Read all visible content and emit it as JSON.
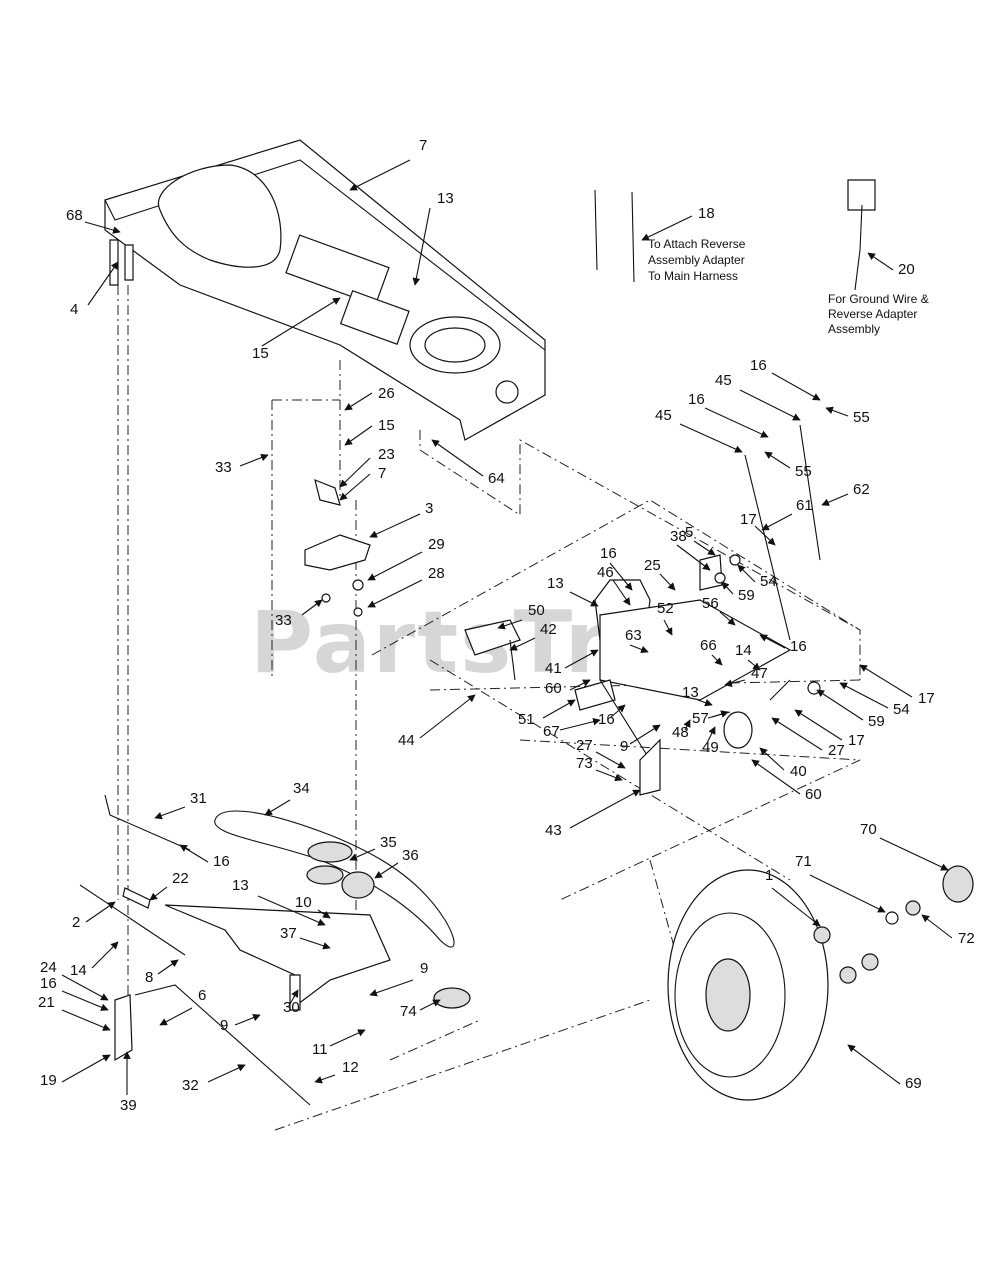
{
  "watermark": "PartsTree",
  "notes": {
    "n18": [
      "To Attach Reverse",
      "Assembly Adapter",
      "To Main Harness"
    ],
    "n20": [
      "For Ground Wire &",
      "Reverse Adapter",
      "Assembly"
    ]
  },
  "callouts": [
    {
      "id": "c7a",
      "text": "7"
    },
    {
      "id": "c13a",
      "text": "13"
    },
    {
      "id": "c68",
      "text": "68"
    },
    {
      "id": "c4",
      "text": "4"
    },
    {
      "id": "c15a",
      "text": "15"
    },
    {
      "id": "c26",
      "text": "26"
    },
    {
      "id": "c15b",
      "text": "15"
    },
    {
      "id": "c23",
      "text": "23"
    },
    {
      "id": "c7b",
      "text": "7"
    },
    {
      "id": "c33a",
      "text": "33"
    },
    {
      "id": "c64",
      "text": "64"
    },
    {
      "id": "c3",
      "text": "3"
    },
    {
      "id": "c29",
      "text": "29"
    },
    {
      "id": "c28",
      "text": "28"
    },
    {
      "id": "c33b",
      "text": "33"
    },
    {
      "id": "c18",
      "text": "18"
    },
    {
      "id": "c20",
      "text": "20"
    },
    {
      "id": "c16a",
      "text": "16"
    },
    {
      "id": "c45a",
      "text": "45"
    },
    {
      "id": "c55a",
      "text": "55"
    },
    {
      "id": "c16b",
      "text": "16"
    },
    {
      "id": "c45b",
      "text": "45"
    },
    {
      "id": "c55b",
      "text": "55"
    },
    {
      "id": "c62",
      "text": "62"
    },
    {
      "id": "c17a",
      "text": "17"
    },
    {
      "id": "c61",
      "text": "61"
    },
    {
      "id": "c5",
      "text": "5"
    },
    {
      "id": "c38",
      "text": "38"
    },
    {
      "id": "c54a",
      "text": "54"
    },
    {
      "id": "c59a",
      "text": "59"
    },
    {
      "id": "c16c",
      "text": "16"
    },
    {
      "id": "c46",
      "text": "46"
    },
    {
      "id": "c25",
      "text": "25"
    },
    {
      "id": "c13b",
      "text": "13"
    },
    {
      "id": "c52",
      "text": "52"
    },
    {
      "id": "c56",
      "text": "56"
    },
    {
      "id": "c16d",
      "text": "16"
    },
    {
      "id": "c50",
      "text": "50"
    },
    {
      "id": "c42",
      "text": "42"
    },
    {
      "id": "c63",
      "text": "63"
    },
    {
      "id": "c66",
      "text": "66"
    },
    {
      "id": "c14a",
      "text": "14"
    },
    {
      "id": "c41",
      "text": "41"
    },
    {
      "id": "c47",
      "text": "47"
    },
    {
      "id": "c60a",
      "text": "60"
    },
    {
      "id": "c13c",
      "text": "13"
    },
    {
      "id": "c51",
      "text": "51"
    },
    {
      "id": "c16e",
      "text": "16"
    },
    {
      "id": "c57",
      "text": "57"
    },
    {
      "id": "c67",
      "text": "67"
    },
    {
      "id": "c48",
      "text": "48"
    },
    {
      "id": "c9a",
      "text": "9"
    },
    {
      "id": "c44",
      "text": "44"
    },
    {
      "id": "c17b",
      "text": "17"
    },
    {
      "id": "c54b",
      "text": "54"
    },
    {
      "id": "c59b",
      "text": "59"
    },
    {
      "id": "c17c",
      "text": "17"
    },
    {
      "id": "c27a",
      "text": "27"
    },
    {
      "id": "c49",
      "text": "49"
    },
    {
      "id": "c40",
      "text": "40"
    },
    {
      "id": "c27b",
      "text": "27"
    },
    {
      "id": "c73",
      "text": "73"
    },
    {
      "id": "c60b",
      "text": "60"
    },
    {
      "id": "c43",
      "text": "43"
    },
    {
      "id": "c31",
      "text": "31"
    },
    {
      "id": "c34",
      "text": "34"
    },
    {
      "id": "c35",
      "text": "35"
    },
    {
      "id": "c36",
      "text": "36"
    },
    {
      "id": "c16f",
      "text": "16"
    },
    {
      "id": "c22",
      "text": "22"
    },
    {
      "id": "c13d",
      "text": "13"
    },
    {
      "id": "c10",
      "text": "10"
    },
    {
      "id": "c2",
      "text": "2"
    },
    {
      "id": "c37",
      "text": "37"
    },
    {
      "id": "c14b",
      "text": "14"
    },
    {
      "id": "c8",
      "text": "8"
    },
    {
      "id": "c24",
      "text": "24"
    },
    {
      "id": "c16g",
      "text": "16"
    },
    {
      "id": "c21",
      "text": "21"
    },
    {
      "id": "c6",
      "text": "6"
    },
    {
      "id": "c9b",
      "text": "9"
    },
    {
      "id": "c9c",
      "text": "9"
    },
    {
      "id": "c30",
      "text": "30"
    },
    {
      "id": "c74",
      "text": "74"
    },
    {
      "id": "c11",
      "text": "11"
    },
    {
      "id": "c19",
      "text": "19"
    },
    {
      "id": "c39",
      "text": "39"
    },
    {
      "id": "c32",
      "text": "32"
    },
    {
      "id": "c12",
      "text": "12"
    },
    {
      "id": "c70",
      "text": "70"
    },
    {
      "id": "c1",
      "text": "1"
    },
    {
      "id": "c71",
      "text": "71"
    },
    {
      "id": "c72",
      "text": "72"
    },
    {
      "id": "c69",
      "text": "69"
    }
  ]
}
